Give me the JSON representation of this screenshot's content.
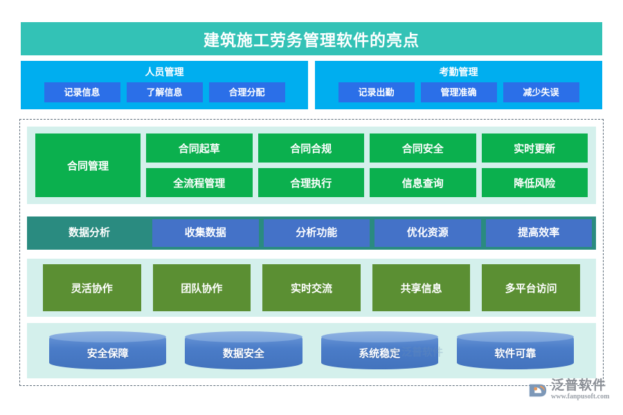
{
  "header": {
    "title": "建筑施工劳务管理软件的亮点"
  },
  "top_panels": [
    {
      "title": "人员管理",
      "chips": [
        "记录信息",
        "了解信息",
        "合理分配"
      ]
    },
    {
      "title": "考勤管理",
      "chips": [
        "记录出勤",
        "管理准确",
        "减少失误"
      ]
    }
  ],
  "contract": {
    "label": "合同管理",
    "cells": [
      "合同起草",
      "合同合规",
      "合同安全",
      "实时更新",
      "全流程管理",
      "合理执行",
      "信息查询",
      "降低风险"
    ]
  },
  "data_analysis": {
    "label": "数据分析",
    "chips": [
      "收集数据",
      "分析功能",
      "优化资源",
      "提高效率"
    ]
  },
  "collaboration": {
    "cells": [
      "灵活协作",
      "团队协作",
      "实时交流",
      "共享信息",
      "多平台访问"
    ]
  },
  "reliability": {
    "cells": [
      "安全保障",
      "数据安全",
      "系统稳定",
      "软件可靠"
    ]
  },
  "watermark": {
    "text": "泛普软件"
  },
  "logo": {
    "name": "泛普软件",
    "url": "www.fanpusoft.com"
  },
  "colors": {
    "title_bar": "#33c2b6",
    "cyan_panel": "#00aeef",
    "blue_chip": "#2b6fe8",
    "green": "#0bb04e",
    "teal_strip": "#2a8b80",
    "data_chip": "#4472c8",
    "olive": "#5b8f33",
    "cylinder": "#4a7cc8",
    "mint": "#d4f0ec",
    "dashed_border": "#5c6b78"
  }
}
